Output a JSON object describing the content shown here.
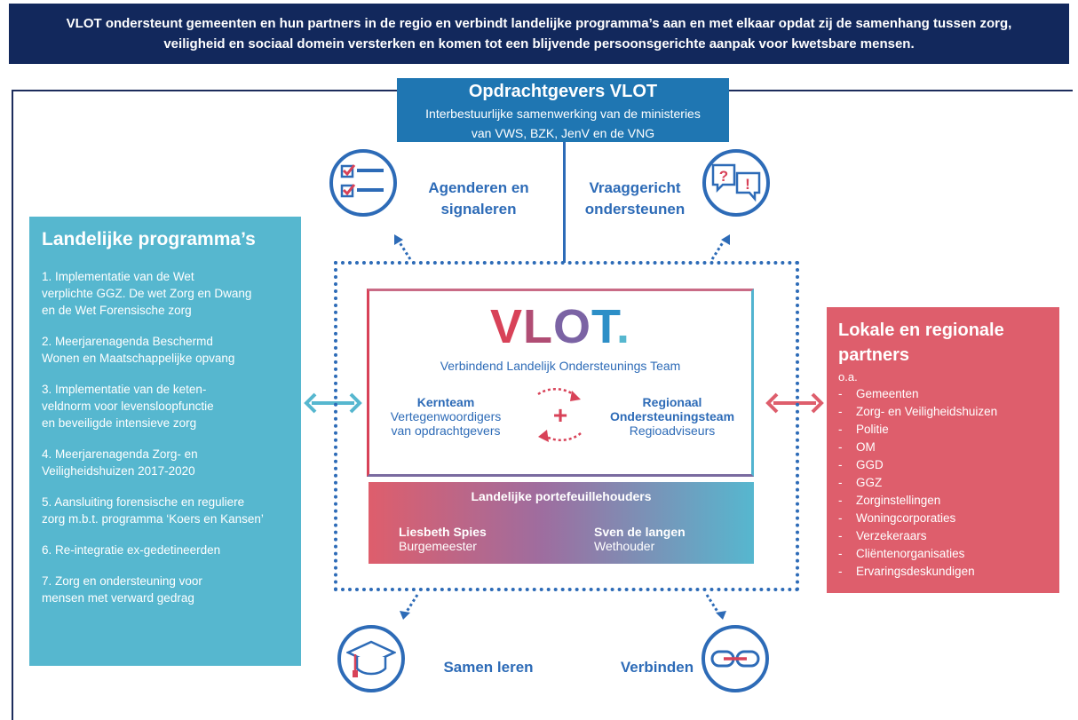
{
  "header": {
    "line1": "VLOT ondersteunt gemeenten en hun partners in de regio en verbindt landelijke programma’s aan en met elkaar opdat zij de samenhang tussen zorg,",
    "line2": "veiligheid  en sociaal domein versterken en komen tot een blijvende persoonsgerichte aanpak voor kwetsbare mensen."
  },
  "opdrachtgevers": {
    "title": "Opdrachtgevers VLOT",
    "line1": "Interbestuurlijke samenwerking van de ministeries",
    "line2": "van VWS, BZK, JenV en de VNG"
  },
  "activities": {
    "agenderen": {
      "line1": "Agenderen en",
      "line2": "signaleren",
      "icon": "checklist-icon"
    },
    "vraaggericht": {
      "line1": "Vraaggericht",
      "line2": "ondersteunen",
      "icon": "question-exclamation-icon"
    },
    "samen": {
      "label": "Samen leren",
      "icon": "graduation-cap-icon"
    },
    "verbinden": {
      "label": "Verbinden",
      "icon": "chain-link-icon"
    }
  },
  "landelijk": {
    "title": "Landelijke programma’s",
    "items": [
      [
        "1. Implementatie van de Wet",
        "verplichte GGZ. De wet Zorg en Dwang",
        "en de Wet Forensische zorg"
      ],
      [
        "2. Meerjarenagenda Beschermd",
        "Wonen en Maatschappelijke opvang"
      ],
      [
        "3. Implementatie van de keten-",
        "veldnorm voor levensloopfunctie",
        "en beveiligde intensieve zorg"
      ],
      [
        "4. Meerjarenagenda Zorg- en",
        "Veiligheidshuizen 2017-2020"
      ],
      [
        "5. Aansluiting forensische en reguliere",
        "zorg m.b.t. programma ‘Koers en Kansen’"
      ],
      [
        "6. Re-integratie ex-gedetineerden"
      ],
      [
        "7. Zorg en ondersteuning voor",
        "mensen met verward gedrag"
      ]
    ]
  },
  "lokaal": {
    "title1": "Lokale en regionale",
    "title2": "partners",
    "oa": "o.a.",
    "dash": "-",
    "items": [
      "Gemeenten",
      "Zorg- en Veiligheidshuizen",
      "Politie",
      "OM",
      "GGD",
      "GGZ",
      "Zorginstellingen",
      "Woningcorporaties",
      "Verzekeraars",
      "Cliëntenorganisaties",
      "Ervaringsdeskundigen"
    ]
  },
  "vlot": {
    "logo_v": "V",
    "logo_l": "L",
    "logo_o": "O",
    "logo_t": "T",
    "logo_dot": ".",
    "tagline": "Verbindend Landelijk Ondersteunings Team",
    "plus": "+",
    "kernteam": {
      "title": "Kernteam",
      "line1": "Vertegenwoordigers",
      "line2": "van opdrachtgevers"
    },
    "regionaal": {
      "title1": "Regionaal",
      "title2": "Ondersteuningsteam",
      "sub": "Regioadviseurs"
    }
  },
  "portfolio": {
    "title": "Landelijke portefeuillehouders",
    "person1": {
      "name": "Liesbeth Spies",
      "role": "Burgemeester"
    },
    "person2": {
      "name": "Sven de langen",
      "role": "Wethouder"
    }
  },
  "colors": {
    "navy": "#12285c",
    "blue": "#2d6bb7",
    "teal": "#56b7cf",
    "red": "#de5e6c"
  }
}
